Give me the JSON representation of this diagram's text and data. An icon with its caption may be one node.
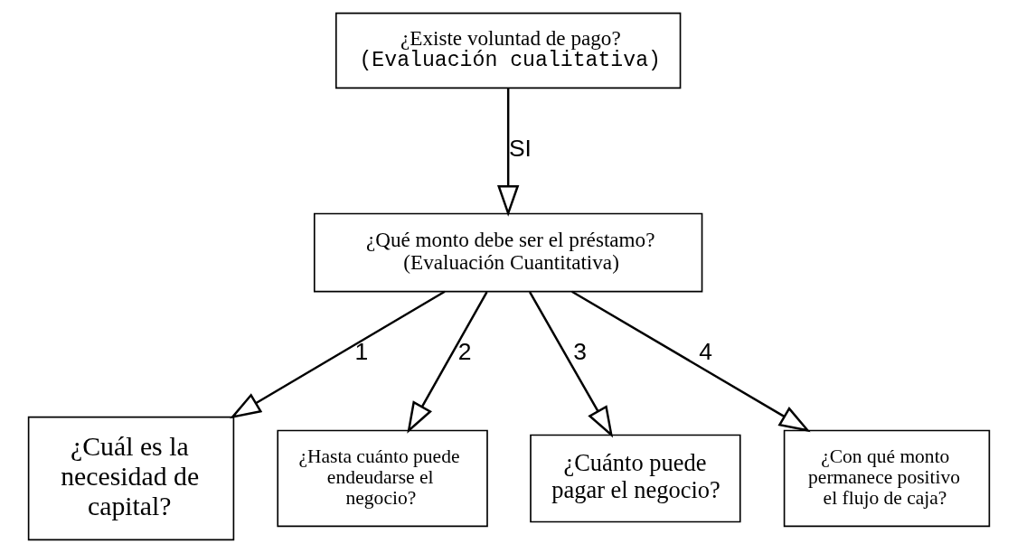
{
  "diagram": {
    "nodes": [
      {
        "text": [
          "¿Existe voluntad de pago?",
          "(Evaluación cualitativa)"
        ]
      },
      {
        "text": [
          "¿Qué monto debe ser el préstamo?",
          "(Evaluación Cuantitativa)"
        ]
      },
      {
        "text": [
          "¿Cuál es la necesidad de capital?"
        ]
      },
      {
        "text": [
          "¿Hasta cuánto puede endeudarse el negocio?"
        ]
      },
      {
        "text": [
          "¿Cuánto puede pagar el negocio?"
        ]
      },
      {
        "text": [
          "¿Con qué monto permanece positivo el flujo de caja?"
        ]
      }
    ],
    "edges": [
      {
        "from": 0,
        "to": 1,
        "arrow": "to",
        "label": "SI"
      },
      {
        "from": 1,
        "to": 2,
        "arrow": "to",
        "label": "1"
      },
      {
        "from": 1,
        "to": 3,
        "arrow": "to",
        "label": "2"
      },
      {
        "from": 1,
        "to": 4,
        "arrow": "to",
        "label": "3"
      },
      {
        "from": 1,
        "to": 5,
        "arrow": "to",
        "label": "4"
      }
    ]
  }
}
